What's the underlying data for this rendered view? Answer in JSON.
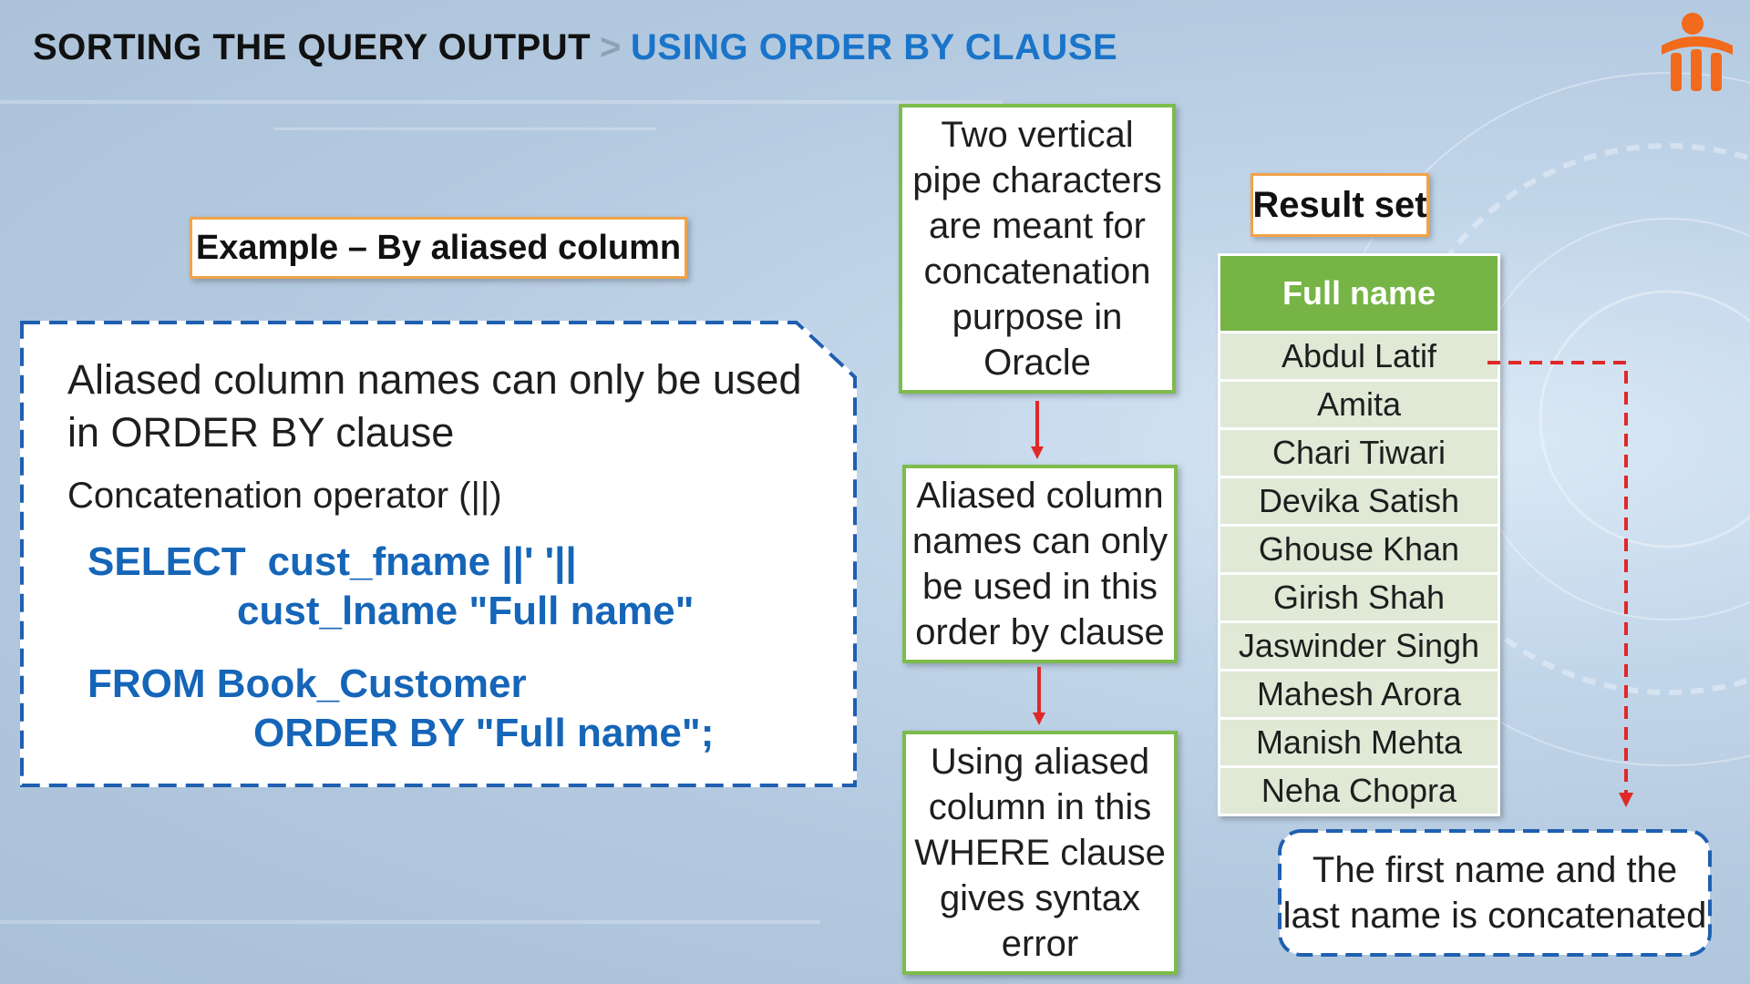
{
  "header": {
    "title_part1": "SORTING THE QUERY OUTPUT",
    "separator": ">",
    "title_part2": "USING ORDER BY CLAUSE"
  },
  "example_label": "Example – By aliased column",
  "main_card": {
    "text1": "Aliased column names can only be used in ORDER BY clause",
    "text2": "Concatenation operator (||)",
    "code": {
      "select_kw": "SELECT",
      "line1_rest": "cust_fname ||' '||",
      "line2": "cust_lname \"Full name\"",
      "line3": "FROM Book_Customer",
      "line4": "ORDER BY \"Full name\";"
    }
  },
  "flow": {
    "box1": "Two vertical pipe characters are meant for concatenation purpose in Oracle",
    "box2": "Aliased column names can only be used in this order by clause",
    "box3": "Using aliased column in this WHERE clause gives syntax error"
  },
  "result_label": "Result set",
  "table": {
    "header": "Full name",
    "rows": [
      "Abdul Latif",
      "Amita",
      "Chari Tiwari",
      "Devika Satish",
      "Ghouse Khan",
      "Girish Shah",
      "Jaswinder Singh",
      "Mahesh Arora",
      "Manish Mehta",
      "Neha Chopra"
    ]
  },
  "callout": "The first name and the last name is concatenated",
  "colors": {
    "accent_blue": "#1a74c9",
    "code_blue": "#1565b8",
    "green": "#76b446",
    "orange_border": "#f0a34a",
    "dash_blue": "#1f5fb0",
    "arrow_red": "#e02828"
  },
  "icons": [
    "logo-icon",
    "arrow-down-icon",
    "dashed-connector-arrow"
  ]
}
